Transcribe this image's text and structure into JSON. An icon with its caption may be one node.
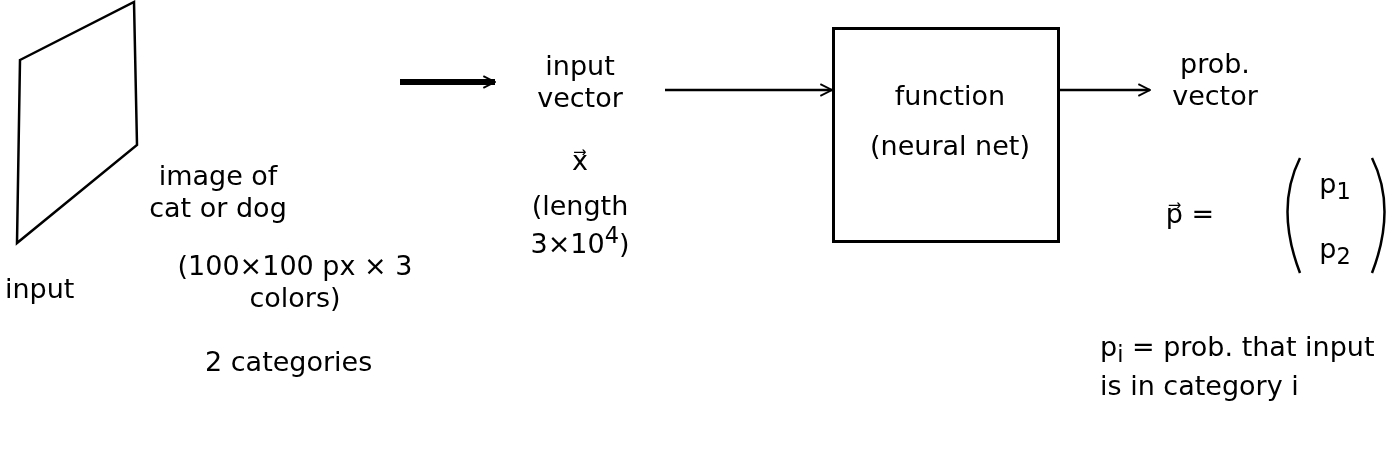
{
  "diagram": {
    "nodes": [
      {
        "text": [],
        "shape": "box",
        "beside": [
          "image of cat or dog",
          "(100×100 px × 3 colors)"
        ]
      },
      {
        "text": [
          "input vector",
          "x⃗",
          "(length 3×10$^{4}$)"
        ]
      },
      {
        "text": [
          "function",
          "(neural net)"
        ]
      },
      {
        "text": [
          "prob. vector",
          "p⃗ =",
          "p$_{1}$",
          "p$_{2}$"
        ]
      }
    ],
    "edges": [
      {
        "from": 0,
        "to": 1,
        "arrow": "to",
        "style": "thick"
      },
      {
        "from": 1,
        "to": 2,
        "arrow": "to"
      },
      {
        "from": 2,
        "to": 3,
        "arrow": "to"
      }
    ],
    "labels": [
      "input",
      "2 categories",
      "p$_{i}$ = prob. that input is in category i"
    ]
  }
}
